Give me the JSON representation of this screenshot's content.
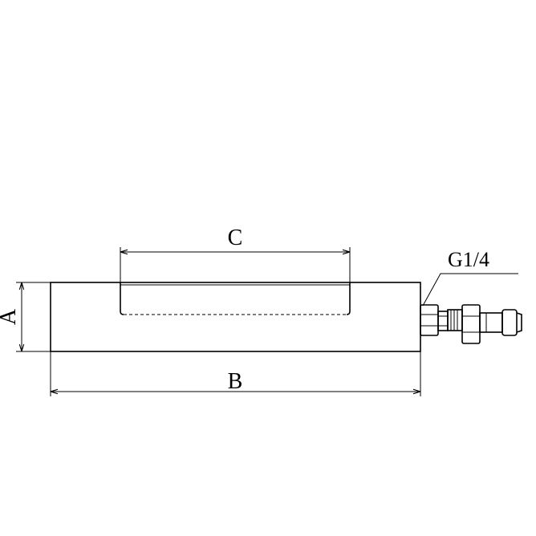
{
  "drawing": {
    "dimensions": {
      "a_label": "A",
      "b_label": "B",
      "c_label": "C"
    },
    "port_label": "G1/4",
    "stroke_color": "#000000",
    "background_color": "#ffffff"
  }
}
